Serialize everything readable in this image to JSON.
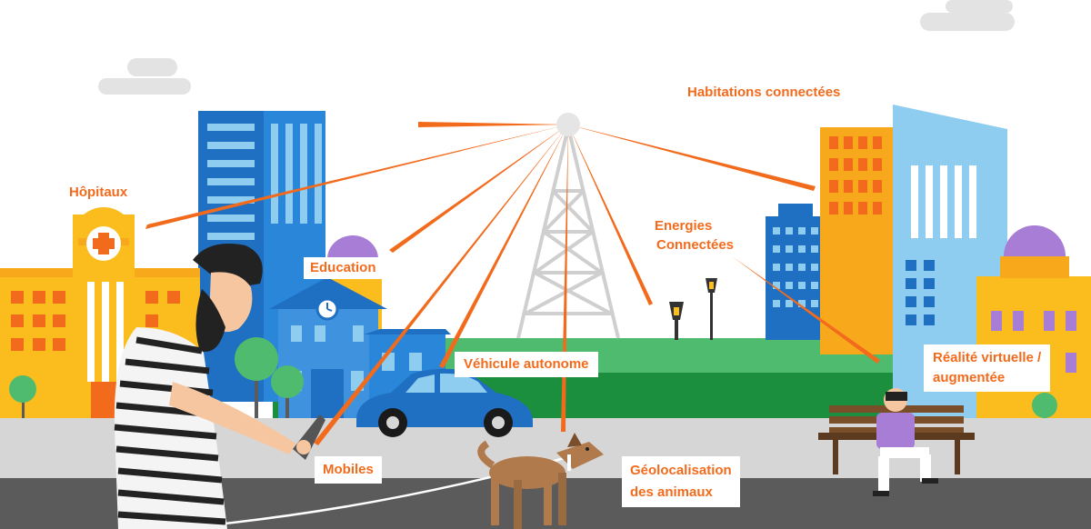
{
  "colors": {
    "orange": "#f26b1d",
    "yellow": "#fbbd1e",
    "blue": "#1f6fc2",
    "light_blue": "#8ecdf0",
    "green": "#4ebb6e",
    "dark_green": "#1b8f3e",
    "road": "#5b5b5b",
    "sidewalk": "#d6d6d6",
    "purple": "#a77dd6"
  },
  "labels": {
    "hospitals": "Hôpitaux",
    "connected_homes": "Habitations connectées",
    "education": "Education",
    "connected_energy_line1": "Energies",
    "connected_energy_line2": "Connectées",
    "autonomous_vehicle": "Véhicule autonome",
    "vr_ar_line1": "Réalité virtuelle /",
    "vr_ar_line2": "augmentée",
    "mobiles": "Mobiles",
    "animal_geo_line1": "Géolocalisation",
    "animal_geo_line2": "des animaux"
  },
  "icons": [
    "hospital-cross-icon",
    "clock-icon",
    "street-lamp-icon",
    "antenna-tower-icon"
  ]
}
